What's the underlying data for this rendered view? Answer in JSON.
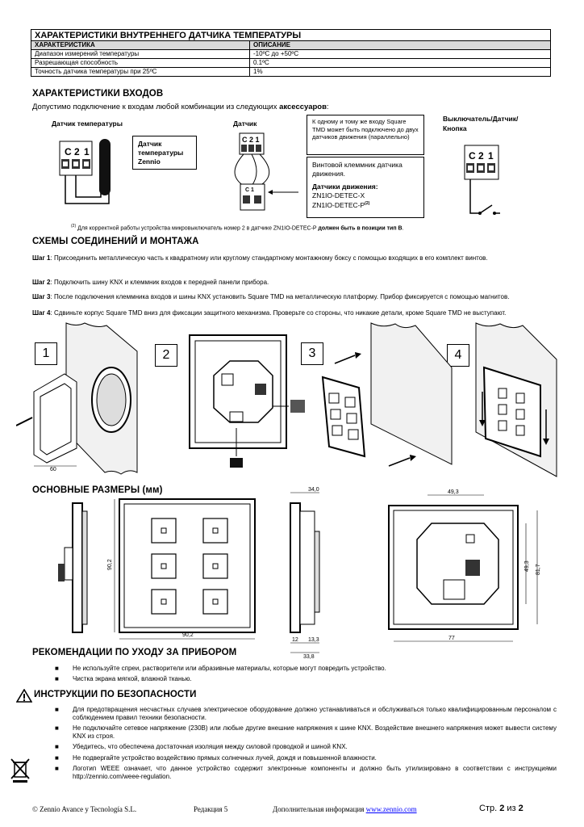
{
  "specs": {
    "title": "ХАРАКТЕРИСТИКИ ВНУТРЕННЕГО ДАТЧИКА ТЕМПЕРАТУРЫ",
    "col1": "ХАРАКТЕРИСТИКА",
    "col2": "ОПИСАНИЕ",
    "rows": [
      {
        "name": "Диапазон измерений температуры",
        "value": "-10ºC до +50ºC"
      },
      {
        "name": "Разрешающая способность",
        "value": "0.1ºC"
      },
      {
        "name": "Точность датчика температуры при 25ºC",
        "value": "1%"
      }
    ]
  },
  "inputs": {
    "title": "ХАРАКТЕРИСТИКИ ВХОДОВ",
    "intro": "Допустимо подключение к входам любой комбинации из следующих",
    "intro_bold": "аксессуаров",
    "intro_end": ":",
    "temp_sensor_label": "Датчик температуры",
    "temp_box": "Датчик температуры Zennio",
    "sensor_label": "Датчик",
    "note_box": "К одному и тому же входу Square TMD может быть подключено до двух датчиков движения (параллельно)",
    "screw_box": "Винтовой клеммник датчика движения.",
    "motion_title": "Датчики движения:",
    "motion_1": "ZN1IO-DETEC-X",
    "motion_2": "ZN1IO-DETEC-P",
    "motion_sup": "(2)",
    "switch_label": "Выключатель/Датчик/ Кнопка",
    "terminal_c": "C",
    "terminal_2": "2",
    "terminal_1": "1",
    "footnote_sup": "(2)",
    "footnote": "Для корректной работы устройства микровыключатель номер 2 в датчике ZN1IO-DETEC-P",
    "footnote_bold": "должен быть в позиции тип B",
    "footnote_end": "."
  },
  "mounting": {
    "title": "СХЕМЫ СОЕДИНЕНИЙ И МОНТАЖА",
    "steps": [
      {
        "label": "Шаг 1",
        "text": ": Присоединить металлическую часть к квадратному или круглому стандартному монтажному боксу с помощью входящих в его комплект винтов."
      },
      {
        "label": "Шаг 2",
        "text": ": Подключить шину KNX и клеммник входов к передней панели прибора."
      },
      {
        "label": "Шаг 3",
        "text": ": После подключения клеммника входов и шины KNX установить Square TMD на металлическую платформу. Прибор фиксируется с помощью магнитов."
      },
      {
        "label": "Шаг 4",
        "text": ": Сдвиньте корпус Square TMD вниз для фиксации защитного механизма. Проверьте со стороны, что никакие детали, кроме Square TMD не выступают."
      }
    ],
    "fig_numbers": [
      "1",
      "2",
      "3",
      "4"
    ],
    "fig1_dim": "60"
  },
  "dimensions": {
    "title": "ОСНОВНЫЕ РАЗМЕРЫ (мм)",
    "d_90_2_v": "90,2",
    "d_90_2_h": "90,2",
    "d_34": "34,0",
    "d_12": "12",
    "d_13_3": "13,3",
    "d_33_8": "33,8",
    "d_49_3_top": "49,3",
    "d_49_3_side": "49,3",
    "d_81_7": "81,7",
    "d_77": "77"
  },
  "care": {
    "title": "РЕКОМЕНДАЦИИ ПО УХОДУ ЗА ПРИБОРОМ",
    "items": [
      "Не используйте спреи, растворители или абразивные материалы, которые могут повредить устройство.",
      "Чистка экрана мягкой, влажной тканью."
    ]
  },
  "safety": {
    "title": "ИНСТРУКЦИИ ПО БЕЗОПАСНОСТИ",
    "items": [
      "Для предотвращения несчастных случаев электрическое оборудование должно устанавливаться и обслуживаться только квалифицированным персоналом с соблюдением правил техники безопасности.",
      "Не подключайте сетевое напряжение (230В) или любые другие внешние напряжения к шине KNX. Воздействие внешнего напряжения может вывести систему KNX из строя.",
      "Убедитесь, что обеспечена достаточная изоляция между силовой проводкой и шиной KNX.",
      "Не подвергайте устройство воздействию прямых солнечных лучей, дождя и повышенной влажности.",
      "Логотип WEEE означает, что данное устройство содержит электронные компоненты и должно быть утилизировано в соответствии с инструкциями http://zennio.com/weee-regulation."
    ]
  },
  "footer": {
    "company": "© Zennio Avance y Tecnología S.L.",
    "revision": "Редакция 5",
    "info": "Дополнительная информация",
    "link": "www.zennio.com",
    "page_prefix": "Стр.",
    "page_num": "2",
    "page_mid": "из",
    "page_total": "2"
  }
}
